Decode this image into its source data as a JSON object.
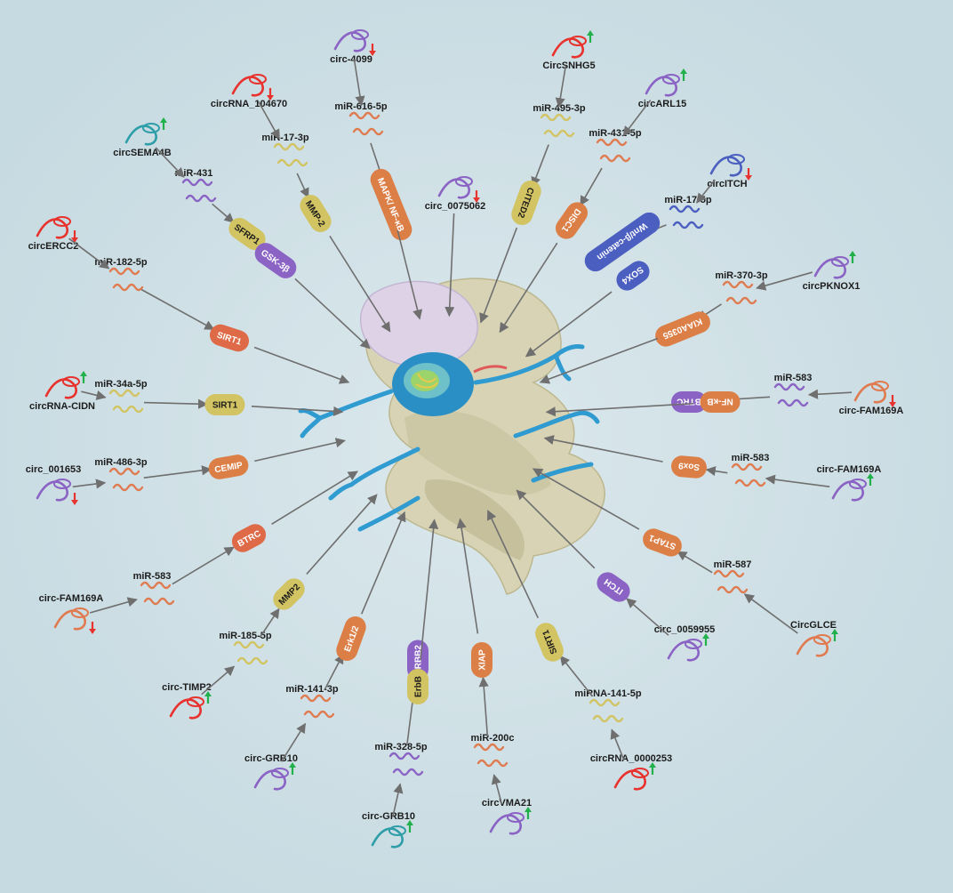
{
  "center": {
    "label": ""
  },
  "colors": {
    "background": "#c9dde3",
    "arrow": "#6f6f6f",
    "up_arrow_red": "#e8322d",
    "down_arrow_green": "#22b04a",
    "pill_yellow": "#d2c462",
    "pill_orange": "#dc7f47",
    "pill_red_orange": "#de6a47",
    "pill_purple": "#8a63c4",
    "pill_blue": "#4b5fc0"
  },
  "axes": [
    {
      "circ": "circ-4099",
      "circ_color": "purple",
      "trend": "up",
      "mirna": "miR-616-5p",
      "mirna_color": "orange",
      "targets": [
        {
          "label": "MAPK/ NF-κB",
          "color": "orange"
        }
      ]
    },
    {
      "circ": "circRNA_104670",
      "circ_color": "red",
      "trend": "up",
      "mirna": "miR-17-3p",
      "mirna_color": "yellow",
      "targets": [
        {
          "label": "MMP-2",
          "color": "yellow"
        }
      ]
    },
    {
      "circ": "circSEMA4B",
      "circ_color": "teal",
      "trend": "down",
      "mirna": "miR-431",
      "mirna_color": "purple",
      "targets": [
        {
          "label": "SFRP1",
          "color": "yellow"
        },
        {
          "label": "GSK-3β",
          "color": "purple"
        }
      ]
    },
    {
      "circ": "circERCC2",
      "circ_color": "red",
      "trend": "up",
      "mirna": "miR-182-5p",
      "mirna_color": "orange",
      "targets": [
        {
          "label": "SIRT1",
          "color": "red_orange"
        }
      ]
    },
    {
      "circ": "circRNA-CIDN",
      "circ_color": "red",
      "trend": "down",
      "mirna": "miR-34a-5p",
      "mirna_color": "yellow",
      "targets": [
        {
          "label": "SIRT1",
          "color": "yellow"
        }
      ]
    },
    {
      "circ": "circ_001653",
      "circ_color": "purple",
      "trend": "up",
      "mirna": "miR-486-3p",
      "mirna_color": "orange",
      "targets": [
        {
          "label": "CEMIP",
          "color": "orange"
        }
      ]
    },
    {
      "circ": "circ-FAM169A",
      "circ_color": "orange",
      "trend": "up",
      "mirna": "miR-583",
      "mirna_color": "orange",
      "targets": [
        {
          "label": "BTRC",
          "color": "red_orange"
        }
      ]
    },
    {
      "circ": "circ-TIMP2",
      "circ_color": "red",
      "trend": "down",
      "mirna": "miR-185-5p",
      "mirna_color": "yellow",
      "targets": [
        {
          "label": "MMP2",
          "color": "yellow"
        }
      ]
    },
    {
      "circ": "circ-GRB10",
      "circ_color": "purple",
      "trend": "down",
      "mirna": "miR-141-3p",
      "mirna_color": "orange",
      "targets": [
        {
          "label": "Erk1/2",
          "color": "orange"
        }
      ]
    },
    {
      "circ": "circ-GRB10",
      "circ_color": "teal",
      "trend": "down",
      "mirna": "miR-328-5p",
      "mirna_color": "purple",
      "targets": [
        {
          "label": "ERBB2",
          "color": "purple"
        },
        {
          "label": "ErbB",
          "color": "yellow"
        }
      ]
    },
    {
      "circ": "circVMA21",
      "circ_color": "purple",
      "trend": "down",
      "mirna": "miR-200c",
      "mirna_color": "orange",
      "targets": [
        {
          "label": "XIAP",
          "color": "orange"
        }
      ]
    },
    {
      "circ": "circRNA_0000253",
      "circ_color": "red",
      "trend": "down",
      "mirna": "miRNA-141-5p",
      "mirna_color": "yellow",
      "targets": [
        {
          "label": "SIRT1",
          "color": "yellow"
        }
      ]
    },
    {
      "circ": "circ_0059955",
      "circ_color": "purple",
      "trend": "down",
      "mirna": "",
      "mirna_color": "",
      "targets": [
        {
          "label": "ITCH",
          "color": "purple"
        }
      ]
    },
    {
      "circ": "CircGLCE",
      "circ_color": "orange",
      "trend": "down",
      "mirna": "miR-587",
      "mirna_color": "orange",
      "targets": [
        {
          "label": "STAP1",
          "color": "orange"
        }
      ]
    },
    {
      "circ": "circ-FAM169A",
      "circ_color": "purple",
      "trend": "down",
      "mirna": "miR-583",
      "mirna_color": "orange",
      "targets": [
        {
          "label": "Sox9",
          "color": "orange"
        }
      ]
    },
    {
      "circ": "circ-FAM169A",
      "circ_color": "orange",
      "trend": "up",
      "mirna": "miR-583",
      "mirna_color": "purple",
      "targets": [
        {
          "label": "BTRC",
          "color": "purple"
        },
        {
          "label": "NF-κB",
          "color": "orange"
        }
      ]
    },
    {
      "circ": "circPKNOX1",
      "circ_color": "purple",
      "trend": "down",
      "mirna": "miR-370-3p",
      "mirna_color": "orange",
      "targets": [
        {
          "label": "KIAA0355",
          "color": "orange"
        }
      ]
    },
    {
      "circ": "circITCH",
      "circ_color": "blue",
      "trend": "up",
      "mirna": "miR-17-5p",
      "mirna_color": "blue",
      "targets": [
        {
          "label": "Wnt/β-catenin",
          "color": "blue"
        },
        {
          "label": "SOX4",
          "color": "blue"
        }
      ]
    },
    {
      "circ": "circARL15",
      "circ_color": "purple",
      "trend": "down",
      "mirna": "miR-431-5p",
      "mirna_color": "orange",
      "targets": [
        {
          "label": "DISC1",
          "color": "orange"
        }
      ]
    },
    {
      "circ": "CircSNHG5",
      "circ_color": "red",
      "trend": "down",
      "mirna": "miR-495-3p",
      "mirna_color": "yellow",
      "targets": [
        {
          "label": "CITED2",
          "color": "yellow"
        }
      ]
    },
    {
      "circ": "circ_0075062",
      "circ_color": "purple",
      "trend": "up",
      "mirna": "",
      "mirna_color": "",
      "targets": []
    }
  ]
}
